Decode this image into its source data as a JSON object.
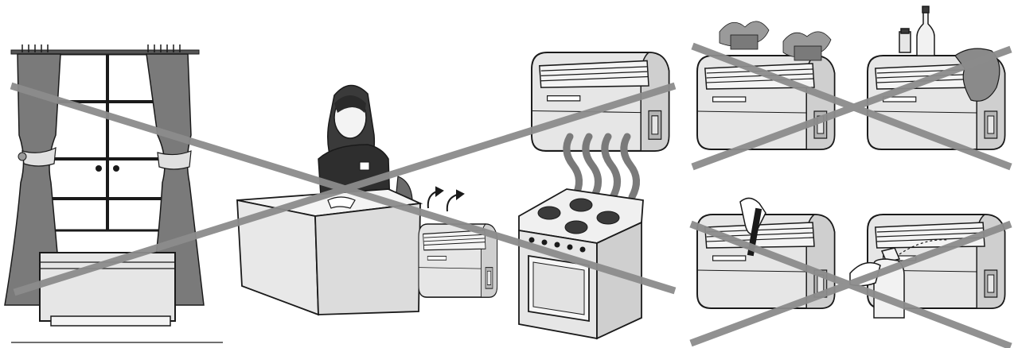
{
  "colors": {
    "background": "#ffffff",
    "outline": "#1a1a1a",
    "curtain": "#7a7a7a",
    "cross": "#8c8c8c",
    "unit_body": "#e6e6e6",
    "unit_shade": "#b4b4b4",
    "desk": "#f0f0f0",
    "plant": "#9a9a9a"
  },
  "illustration": {
    "panels": [
      {
        "name": "window-curtain-panel",
        "prohibited": true
      },
      {
        "name": "desk-person-panel",
        "prohibited": true
      },
      {
        "name": "stove-heat-panel",
        "prohibited": true
      },
      {
        "name": "plants-on-unit-panel",
        "prohibited": true
      },
      {
        "name": "bottles-cloth-on-unit-panel",
        "prohibited": true
      },
      {
        "name": "hand-on-flap-panel",
        "prohibited": true
      },
      {
        "name": "spray-on-unit-panel",
        "prohibited": true
      }
    ],
    "icons": [
      "prohibition-cross-icon",
      "heat-wave-icon",
      "airflow-arrow-icon",
      "spray-bottle-icon",
      "hand-icon"
    ]
  }
}
